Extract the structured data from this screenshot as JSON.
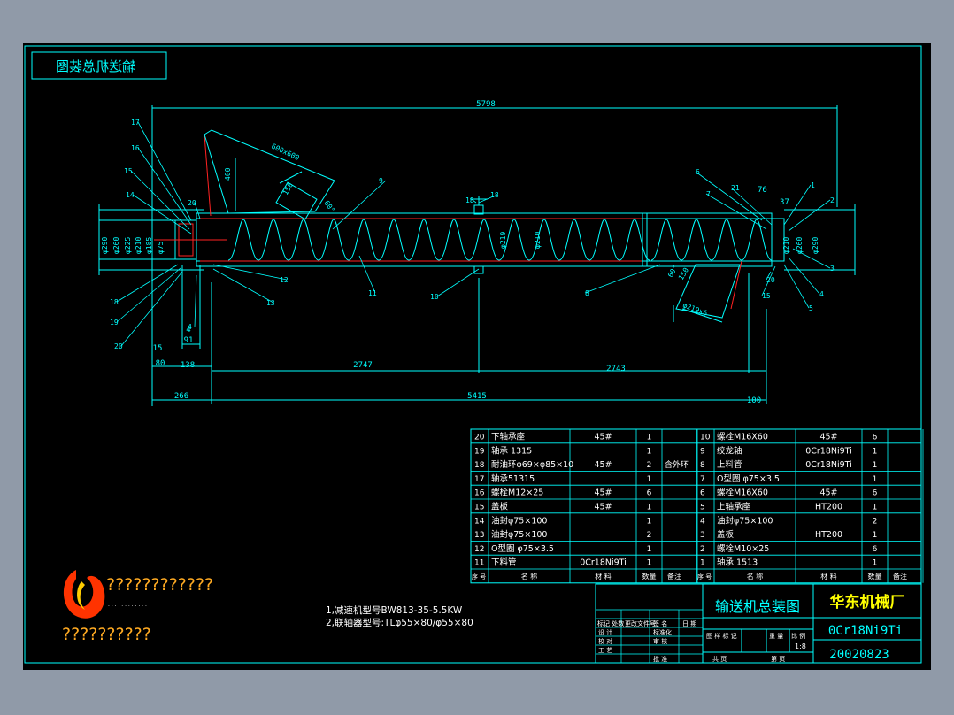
{
  "drawing": {
    "title_tag": "输送机总装图",
    "dims": {
      "overall": "5798",
      "bottom_total": "5415",
      "half_left": "2747",
      "half_right": "2743",
      "left_offset": "266",
      "tail": "100",
      "d138": "138",
      "d80": "80",
      "d15": "15",
      "d91": "91",
      "d4": "4",
      "d37": "37",
      "d76": "76",
      "hopper": "600x600",
      "h400": "400",
      "h150": "150",
      "angle_in": "60°",
      "out_150": "150",
      "out_angle": "60°",
      "out_size": "φ219x6",
      "left_dia": [
        "φ290",
        "φ260",
        "φ225",
        "φ210",
        "φ185",
        "φ75"
      ],
      "right_dia": [
        "φ210",
        "φ260",
        "φ290"
      ],
      "mid_dia": [
        "φ219",
        "φ210"
      ]
    },
    "balloons_left": [
      "17",
      "16",
      "15",
      "14",
      "20",
      "4",
      "12",
      "13",
      "18",
      "19",
      "20",
      "11",
      "10",
      "9",
      "18",
      "18"
    ],
    "balloons_right": [
      "6",
      "7",
      "21",
      "1",
      "2",
      "3",
      "4",
      "5",
      "15",
      "20",
      "8"
    ]
  },
  "bom": {
    "rows_left": [
      {
        "no": "20",
        "name": "下轴承座",
        "mat": "45#",
        "qty": "1",
        "note": ""
      },
      {
        "no": "19",
        "name": "轴承 1315",
        "mat": "",
        "qty": "1",
        "note": ""
      },
      {
        "no": "18",
        "name": "耐油环φ69×φ85×10",
        "mat": "45#",
        "qty": "2",
        "note": "含外环"
      },
      {
        "no": "17",
        "name": "轴承51315",
        "mat": "",
        "qty": "1",
        "note": ""
      },
      {
        "no": "16",
        "name": "螺栓M12×25",
        "mat": "45#",
        "qty": "6",
        "note": ""
      },
      {
        "no": "15",
        "name": "盖板",
        "mat": "45#",
        "qty": "1",
        "note": ""
      },
      {
        "no": "14",
        "name": "油封φ75×100",
        "mat": "",
        "qty": "1",
        "note": ""
      },
      {
        "no": "13",
        "name": "油封φ75×100",
        "mat": "",
        "qty": "2",
        "note": ""
      },
      {
        "no": "12",
        "name": "O型圈 φ75×3.5",
        "mat": "",
        "qty": "1",
        "note": ""
      },
      {
        "no": "11",
        "name": "下料管",
        "mat": "0Cr18Ni9Ti",
        "qty": "1",
        "note": ""
      }
    ],
    "rows_right": [
      {
        "no": "10",
        "name": "螺栓M16X60",
        "mat": "45#",
        "qty": "6",
        "note": ""
      },
      {
        "no": "9",
        "name": "绞龙轴",
        "mat": "0Cr18Ni9Ti",
        "qty": "1",
        "note": ""
      },
      {
        "no": "8",
        "name": "上料管",
        "mat": "0Cr18Ni9Ti",
        "qty": "1",
        "note": ""
      },
      {
        "no": "7",
        "name": "O型圈 φ75×3.5",
        "mat": "",
        "qty": "1",
        "note": ""
      },
      {
        "no": "6",
        "name": "螺栓M16X60",
        "mat": "45#",
        "qty": "6",
        "note": ""
      },
      {
        "no": "5",
        "name": "上轴承座",
        "mat": "HT200",
        "qty": "1",
        "note": ""
      },
      {
        "no": "4",
        "name": "油封φ75×100",
        "mat": "",
        "qty": "2",
        "note": ""
      },
      {
        "no": "3",
        "name": "盖板",
        "mat": "HT200",
        "qty": "1",
        "note": ""
      },
      {
        "no": "2",
        "name": "螺栓M10×25",
        "mat": "",
        "qty": "6",
        "note": ""
      },
      {
        "no": "1",
        "name": "轴承 1513",
        "mat": "",
        "qty": "1",
        "note": ""
      }
    ],
    "header": {
      "no": "序 号",
      "name": "名 称",
      "mat": "材 料",
      "qty": "数量",
      "note": "备注"
    }
  },
  "title_block": {
    "drawing_name": "输送机总装图",
    "company": "华东机械厂",
    "material": "0Cr18Ni9Ti",
    "date": "20020823",
    "scale": "1:8",
    "labels": {
      "mark": "标记 处数",
      "change": "更改文件号",
      "sign": "签 名",
      "date": "日 期",
      "design": "设 计",
      "standard": "标准化",
      "check": "校 对",
      "review": "审 核",
      "process": "工 艺",
      "approve": "批 准",
      "stage": "图 样 标 记",
      "weight": "重 量",
      "ratio": "比 例",
      "sheets": "共 页",
      "sheet": "第 页"
    }
  },
  "notes": [
    "1,减速机型号BW813-35-5.5KW",
    "2,联轴器型号:TLφ55×80/φ55×80"
  ],
  "watermark": {
    "line1": "????????????",
    "dots": "· · · · · · · · · · · ·",
    "line2": "??????????",
    "colors": {
      "red": "#ff3300",
      "orange": "#ffaa22"
    }
  },
  "colors": {
    "line": "#00ffff",
    "accent": "#ff2222",
    "text": "#ffffff",
    "highlight": "#ffff00"
  }
}
